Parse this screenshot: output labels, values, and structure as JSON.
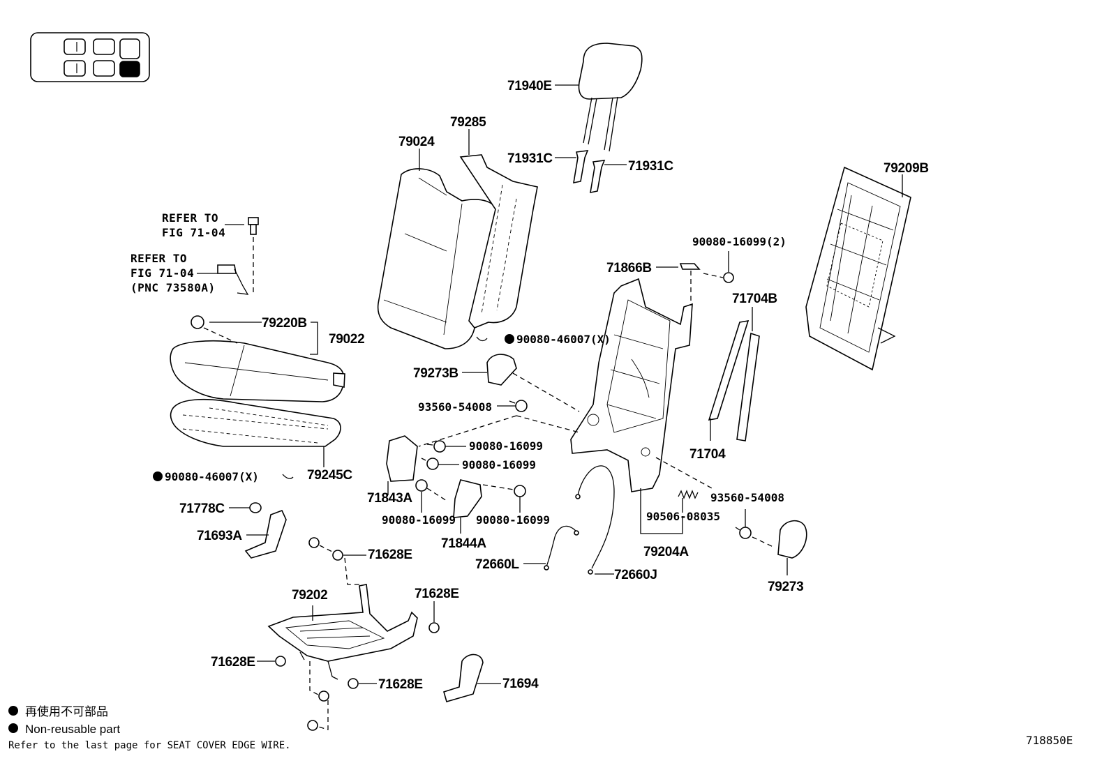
{
  "locator": {
    "cells": [
      {
        "filled": false
      },
      {
        "filled": false
      },
      {
        "filled": false
      },
      {
        "filled": false
      },
      {
        "filled": false
      },
      {
        "filled": true
      }
    ]
  },
  "labels": {
    "p71940E": "71940E",
    "p79285": "79285",
    "p79024": "79024",
    "p71931C_a": "71931C",
    "p71931C_b": "71931C",
    "p79209B": "79209B",
    "refer1_line1": "REFER TO",
    "refer1_line2": "FIG 71-04",
    "refer2_line1": "REFER TO",
    "refer2_line2": "FIG 71-04",
    "refer2_line3": "(PNC 73580A)",
    "p90080_16099_2": "90080-16099(2)",
    "p71866B": "71866B",
    "p71704B": "71704B",
    "p79220B": "79220B",
    "p79022": "79022",
    "p90080_46007_a": "90080-46007(X)",
    "p79273B": "79273B",
    "p93560_54008_a": "93560-54008",
    "p90080_16099_a": "90080-16099",
    "p90080_16099_b": "90080-16099",
    "p71704": "71704",
    "p90080_46007_b": "90080-46007(X)",
    "p79245C": "79245C",
    "p71843A": "71843A",
    "p93560_54008_b": "93560-54008",
    "p90506_08035": "90506-08035",
    "p90080_16099_c": "90080-16099",
    "p90080_16099_d": "90080-16099",
    "p71778C": "71778C",
    "p71693A": "71693A",
    "p71844A": "71844A",
    "p79204A": "79204A",
    "p71628E_a": "71628E",
    "p72660L": "72660L",
    "p72660J": "72660J",
    "p79273": "79273",
    "p79202": "79202",
    "p71628E_b": "71628E",
    "p71628E_c": "71628E",
    "p71628E_d": "71628E",
    "p71694": "71694"
  },
  "legend": {
    "japanese": "再使用不可部品",
    "english": "Non-reusable part",
    "note": "Refer to the last page for SEAT COVER EDGE WIRE."
  },
  "figure_id": "718850E"
}
